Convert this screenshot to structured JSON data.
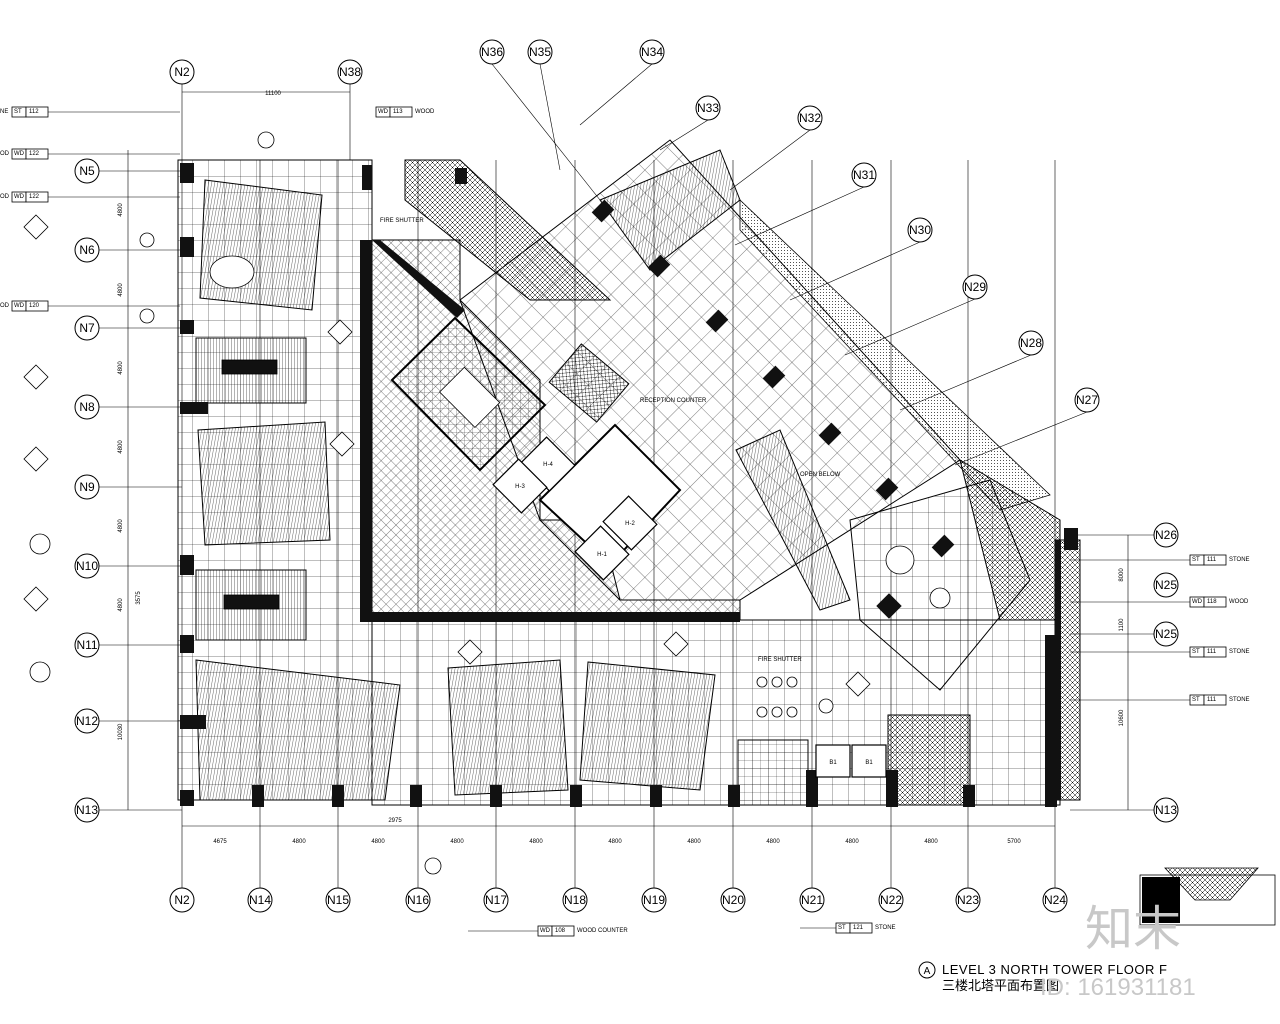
{
  "axes": {
    "top_left": [
      "N2",
      "N38"
    ],
    "bottom": [
      "N2",
      "N14",
      "N15",
      "N16",
      "N17",
      "N18",
      "N19",
      "N20",
      "N21",
      "N22",
      "N23",
      "N24"
    ],
    "left": [
      "N5",
      "N6",
      "N7",
      "N8",
      "N9",
      "N10",
      "N11",
      "N12",
      "N13"
    ],
    "diagonal": [
      "N36",
      "N35",
      "N34",
      "N33",
      "N32",
      "N31",
      "N30",
      "N29",
      "N28",
      "N27"
    ],
    "right": [
      "N26",
      "N25",
      "N25",
      "N13"
    ],
    "right_small": "N25"
  },
  "dimensions": {
    "top": "11100",
    "bottom": [
      "4675",
      "4800",
      "4800",
      "4800",
      "4800",
      "4800",
      "4800",
      "4800",
      "4800",
      "4800",
      "5700"
    ],
    "sub_bottom": "2975",
    "left_vertical": [
      "4800",
      "4800",
      "4800",
      "4800",
      "3575",
      "4800",
      "10030"
    ],
    "right_vertical": [
      "8000",
      "1100",
      "10600"
    ]
  },
  "tags": {
    "left": [
      {
        "code": "ST",
        "num": "112",
        "desc": "NE"
      },
      {
        "code": "WD",
        "num": "122",
        "desc": "WOOD"
      },
      {
        "code": "WD",
        "num": "122",
        "desc": "WOOD"
      },
      {
        "code": "WD",
        "num": "120",
        "desc": "WOOD"
      }
    ],
    "top": {
      "code": "WD",
      "num": "113",
      "desc": "WOOD"
    },
    "right": [
      {
        "code": "ST",
        "num": "111",
        "desc": "STONE"
      },
      {
        "code": "WD",
        "num": "118",
        "desc": "WOOD"
      },
      {
        "code": "ST",
        "num": "111",
        "desc": "STONE"
      },
      {
        "code": "ST",
        "num": "111",
        "desc": "STONE"
      }
    ],
    "bottom": [
      {
        "code": "WD",
        "num": "108",
        "desc": "WOOD COUNTER"
      },
      {
        "code": "ST",
        "num": "121",
        "desc": "STONE"
      }
    ]
  },
  "labels": {
    "fire_shutter_1": "FIRE SHUTTER",
    "reception": "RECEPTION COUNTER",
    "fire_shutter_2": "FIRE SHUTTER",
    "open_below": "OPEN BELOW",
    "lift_1": "H-1",
    "lift_2": "H-2",
    "lift_3": "H-3",
    "lift_4": "H-4",
    "lift_b1": "B1",
    "lift_b2": "B1"
  },
  "title": {
    "marker": "A",
    "main": "LEVEL 3 NORTH TOWER FLOOR F",
    "sub": "三楼北塔平面布置图"
  },
  "watermark": {
    "text": "知末",
    "id": "ID: 161931181"
  }
}
